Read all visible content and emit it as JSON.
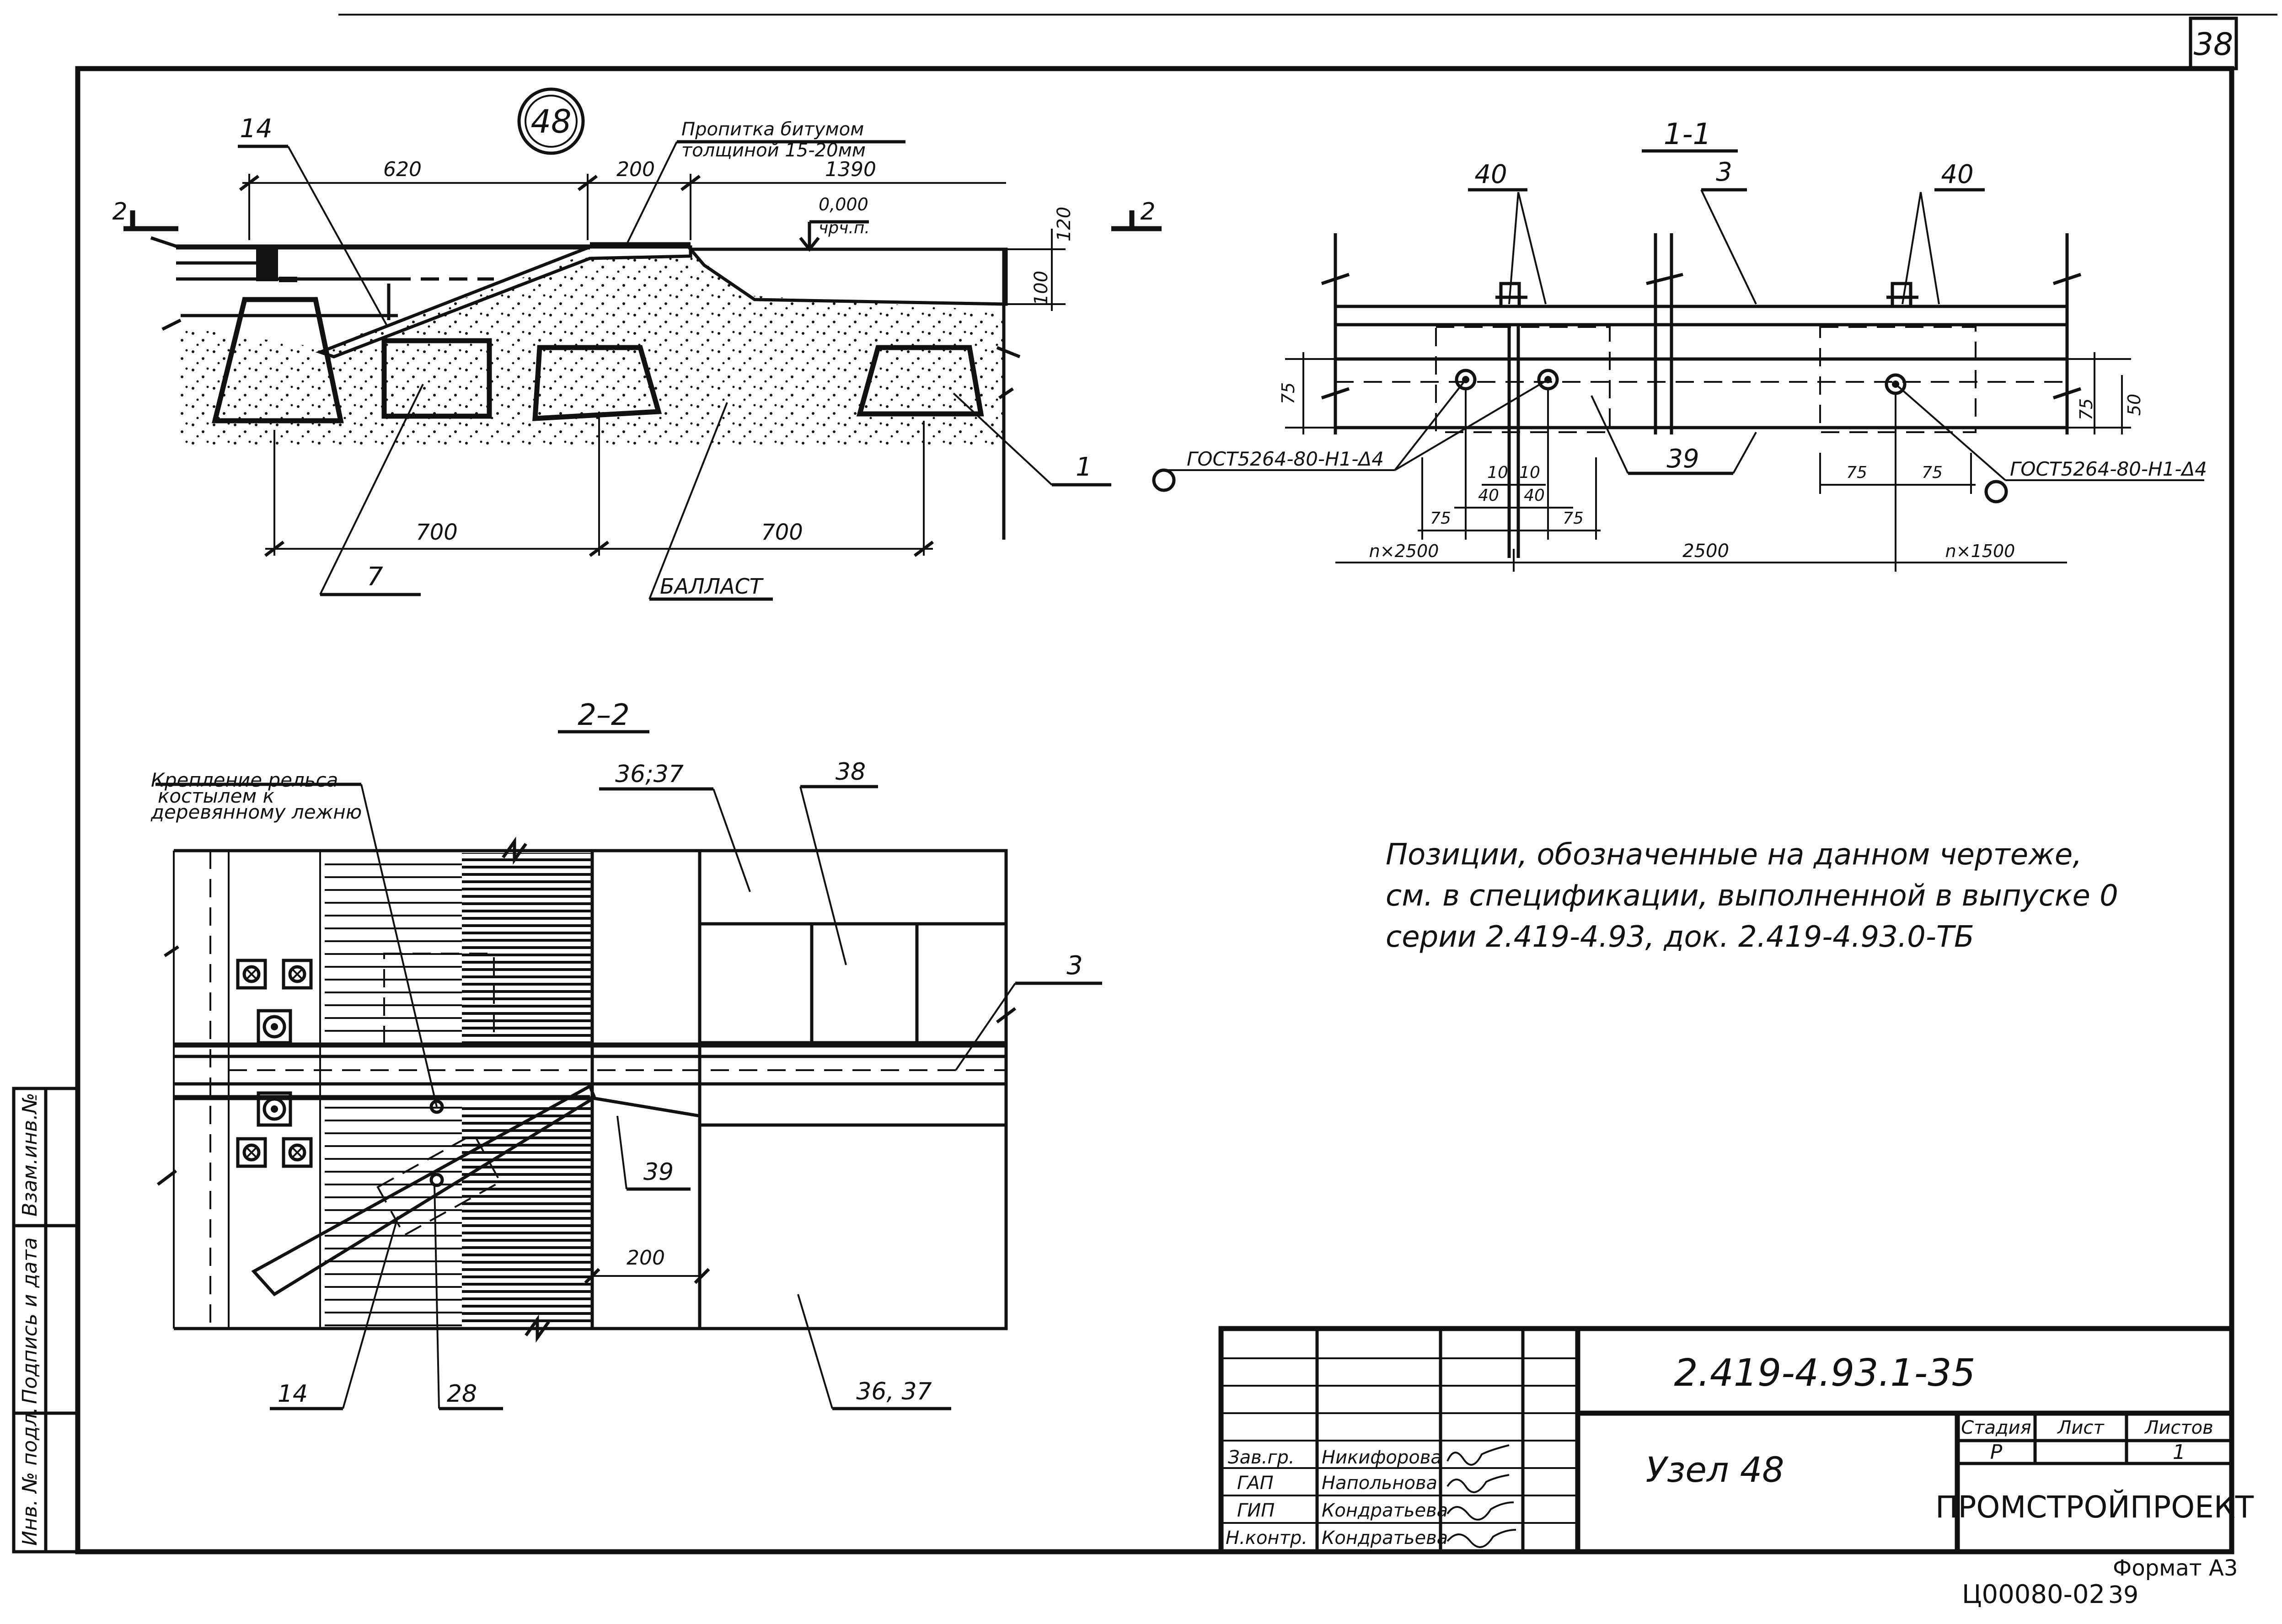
{
  "sheet": {
    "page_number": "38",
    "bottom_code": "Ц00080-02",
    "bottom_page": "39",
    "format": "Формат А3"
  },
  "node": {
    "callout": "48"
  },
  "section_48": {
    "labels": {
      "pos14": "14",
      "pos7": "7",
      "pos1": "1",
      "cut_left": "2",
      "cut_right": "2",
      "bitumen_line1": "Пропитка битумом",
      "bitumen_line2": "толщиной 15-20мм",
      "level_value": "0,000",
      "level_label": "чрч.п.",
      "ballast": "БАЛЛАСТ"
    },
    "dims": {
      "d620": "620",
      "d200": "200",
      "d1390": "1390",
      "d700_left": "700",
      "d700_right": "700",
      "d100": "100",
      "d120": "120"
    }
  },
  "section_1_1": {
    "title": "1-1",
    "labels": {
      "pos40_left": "40",
      "pos3": "3",
      "pos40_right": "40",
      "pos39": "39",
      "gost_left": "ГОСТ5264-80-Н1-Δ4",
      "gost_right": "ГОСТ5264-80-Н1-Δ4"
    },
    "dims": {
      "d75_left": "75",
      "d75_right": "75",
      "d50": "50",
      "d10a": "10",
      "d10b": "10",
      "d40a": "40",
      "d40b": "40",
      "d75a": "75",
      "d75b": "75",
      "d75c": "75",
      "d75d": "75",
      "n2500": "n×2500",
      "d2500": "2500",
      "n1500": "n×1500"
    }
  },
  "section_2_2": {
    "title": "2–2",
    "labels": {
      "rail_fix_1": "Крепление рельса",
      "rail_fix_2": "костылем к",
      "rail_fix_3": "деревянному лежню",
      "pos36_37_top": "36;37",
      "pos38": "38",
      "pos3": "3",
      "pos39": "39",
      "pos14": "14",
      "pos28": "28",
      "pos36_37_bottom": "36, 37",
      "d200": "200"
    }
  },
  "note": {
    "line1": "Позиции, обозначенные на данном чертеже,",
    "line2": "см. в спецификации, выполненной в выпуске 0",
    "line3": "серии 2.419-4.93, док. 2.419-4.93.0-ТБ"
  },
  "title_block": {
    "designation": "2.419-4.93.1-35",
    "drawing_title": "Узел 48",
    "organization": "ПРОМСТРОЙПРОЕКТ",
    "stage_header": "Стадия",
    "sheet_header": "Лист",
    "sheets_header": "Листов",
    "stage_value": "Р",
    "sheet_value": "",
    "sheets_value": "1",
    "roles": [
      "Зав.гр.",
      "ГАП",
      "ГИП",
      "Н.контр."
    ],
    "names": [
      "Никифорова",
      "Напольнова",
      "Кондратьева",
      "Кондратьева"
    ]
  },
  "side_stamp": {
    "inv_orig": "Инв. № подл.",
    "sign_date": "Подпись и дата",
    "inv_repl": "Взам.инв.№"
  }
}
